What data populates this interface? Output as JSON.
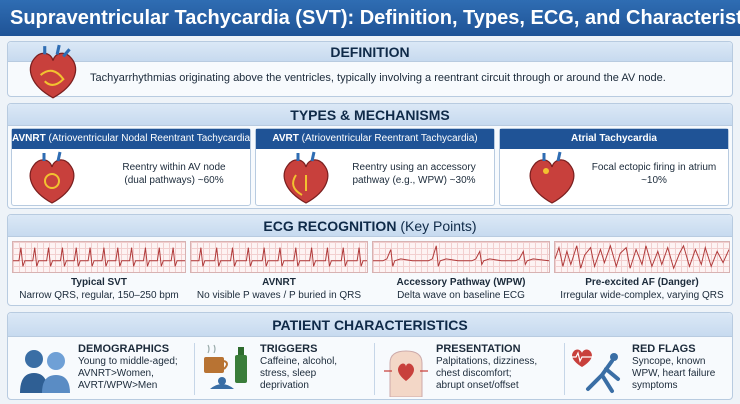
{
  "title": "Supraventricular Tachycardia (SVT): Definition, Types, ECG, and Characteristics",
  "definition": {
    "heading": "DEFINITION",
    "text": "Tachyarrhythmias originating above the ventricles, typically involving a reentrant circuit through or around the AV node."
  },
  "types": {
    "heading": "TYPES & MECHANISMS",
    "cards": [
      {
        "abbr": "AVNRT",
        "full": "(Atrioventricular Nodal Reentrant Tachycardia)",
        "line1": "Reentry within AV node",
        "line2": "(dual pathways) ~60%"
      },
      {
        "abbr": "AVRT",
        "full": "(Atrioventricular Reentrant Tachycardia)",
        "line1": "Reentry using an accessory",
        "line2": "pathway (e.g., WPW) ~30%"
      },
      {
        "abbr": "Atrial Tachycardia",
        "full": "",
        "line1": "Focal ectopic firing in atrium",
        "line2": "~10%"
      }
    ]
  },
  "ecg": {
    "heading_bold": "ECG RECOGNITION",
    "heading_light": "(Key Points)",
    "strips": [
      {
        "label": "Typical SVT",
        "sub": "Narrow QRS, regular, 150–250 bpm"
      },
      {
        "label": "AVNRT",
        "sub": "No visible P waves / P buried in QRS"
      },
      {
        "label": "Accessory Pathway (WPW)",
        "sub": "Delta wave on baseline ECG"
      },
      {
        "label": "Pre-excited AF (Danger)",
        "sub": "Irregular wide-complex, varying QRS"
      }
    ]
  },
  "patient": {
    "heading": "PATIENT CHARACTERISTICS",
    "cols": [
      {
        "title": "DEMOGRAPHICS",
        "lines": [
          "Young to middle-aged;",
          "AVNRT>Women,",
          "AVRT/WPW>Men"
        ]
      },
      {
        "title": "TRIGGERS",
        "lines": [
          "Caffeine, alcohol,",
          "stress, sleep",
          "deprivation"
        ]
      },
      {
        "title": "PRESENTATION",
        "lines": [
          "Palpitations, dizziness,",
          "chest discomfort;",
          "abrupt onset/offset"
        ]
      },
      {
        "title": "RED FLAGS",
        "lines": [
          "Syncope, known",
          "WPW, heart failure",
          "symptoms"
        ]
      }
    ]
  },
  "colors": {
    "brand": "#1f5396",
    "ecg_trace": "#b03a3a",
    "heart": "#c8403c"
  }
}
